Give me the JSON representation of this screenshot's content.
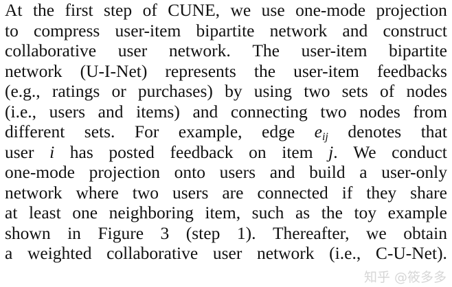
{
  "paragraph": {
    "lines": [
      [
        {
          "t": "At the first step of CUNE, we use one-mode projection"
        }
      ],
      [
        {
          "t": "to compress user-item bipartite network and construct"
        }
      ],
      [
        {
          "t": "collaborative user network.  The user-item bipartite"
        }
      ],
      [
        {
          "t": "network (U-I-Net) represents the user-item feedbacks"
        }
      ],
      [
        {
          "t": "(e.g., ratings or purchases) by using two sets of nodes"
        }
      ],
      [
        {
          "t": "(i.e., users and items) and connecting two nodes from"
        }
      ],
      [
        {
          "t": "different sets.  For example, edge "
        },
        {
          "m": "e",
          "sub": "ij"
        },
        {
          "t": " denotes that"
        }
      ],
      [
        {
          "t": "user "
        },
        {
          "m": "i"
        },
        {
          "t": " has posted feedback on item "
        },
        {
          "m": "j"
        },
        {
          "t": ".  We conduct"
        }
      ],
      [
        {
          "t": "one-mode projection onto users and build a user-only"
        }
      ],
      [
        {
          "t": "network where two users are connected if they share"
        }
      ],
      [
        {
          "t": "at least one neighboring item, such as the toy example"
        }
      ],
      [
        {
          "t": "shown in Figure 3 (step 1).  Thereafter, we obtain"
        }
      ],
      [
        {
          "t": "a weighted collaborative user network (i.e., C-U-Net)."
        }
      ]
    ]
  },
  "watermark": "知乎 @筱多多"
}
